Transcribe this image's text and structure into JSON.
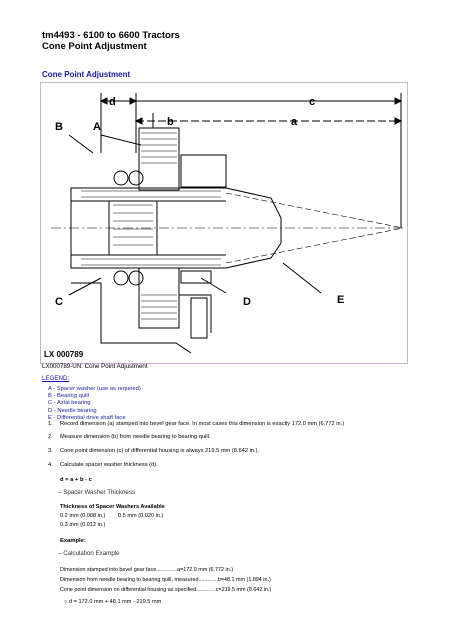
{
  "header": {
    "title": "tm4493 - 6100 to 6600 Tractors",
    "subtitle": "Cone Point Adjustment"
  },
  "section_title": "Cone Point Adjustment",
  "figure": {
    "labels": {
      "d": "d",
      "c": "c",
      "b": "b",
      "a": "a",
      "A": "A",
      "B": "B",
      "C": "C",
      "D": "D",
      "E": "E"
    },
    "id": "LX 000789",
    "caption": "LX000789-UN: Cone Point Adjustment"
  },
  "legend": {
    "link": "LEGEND:",
    "items": [
      "A - Spacer washer (use as required)",
      "B - Bearing quill",
      "C - Axial bearing",
      "D - Needle bearing",
      "E - Differential drive shaft face"
    ]
  },
  "steps": [
    {
      "num": "1.",
      "text": "Record dimension (a) stamped into bevel gear face. In most cases this dimension is exactly 172.0 mm (6.772 in.)"
    },
    {
      "num": "2.",
      "text": "Measure dimension (b) from needle bearing to bearing quill."
    },
    {
      "num": "3.",
      "text": "Cone point dimension (c) of differential housing is always 219.5 mm (8.642 in.)."
    },
    {
      "num": "4.",
      "text": "Calculate spacer washer thickness (d)."
    }
  ],
  "formula": "d = a + b - c",
  "spacer_heading": "Spacer Washer Thickness",
  "table": {
    "heading": "Thickness of Spacer Washers Available",
    "rows": [
      [
        "0.2 mm (0.008 in.)",
        "0.5 mm (0.020 in.)"
      ],
      [
        "0.3 mm (0.012 in.)",
        ""
      ]
    ]
  },
  "example_label": "Example:",
  "calc_heading": "Calculation Example",
  "calc_lines": [
    "Dimension stamped into bevel gear face..............a=172.0 mm (6.772 in.)",
    "Dimension from needle bearing to bearing quill, measured.............b=48.1 mm (1.894 in.)",
    "Cone point dimension on differential housing as specified.............c=219.5 mm (8.642 in.)"
  ],
  "final": "d = 172.0 mm + 48.1 mm - 219.5 mm"
}
